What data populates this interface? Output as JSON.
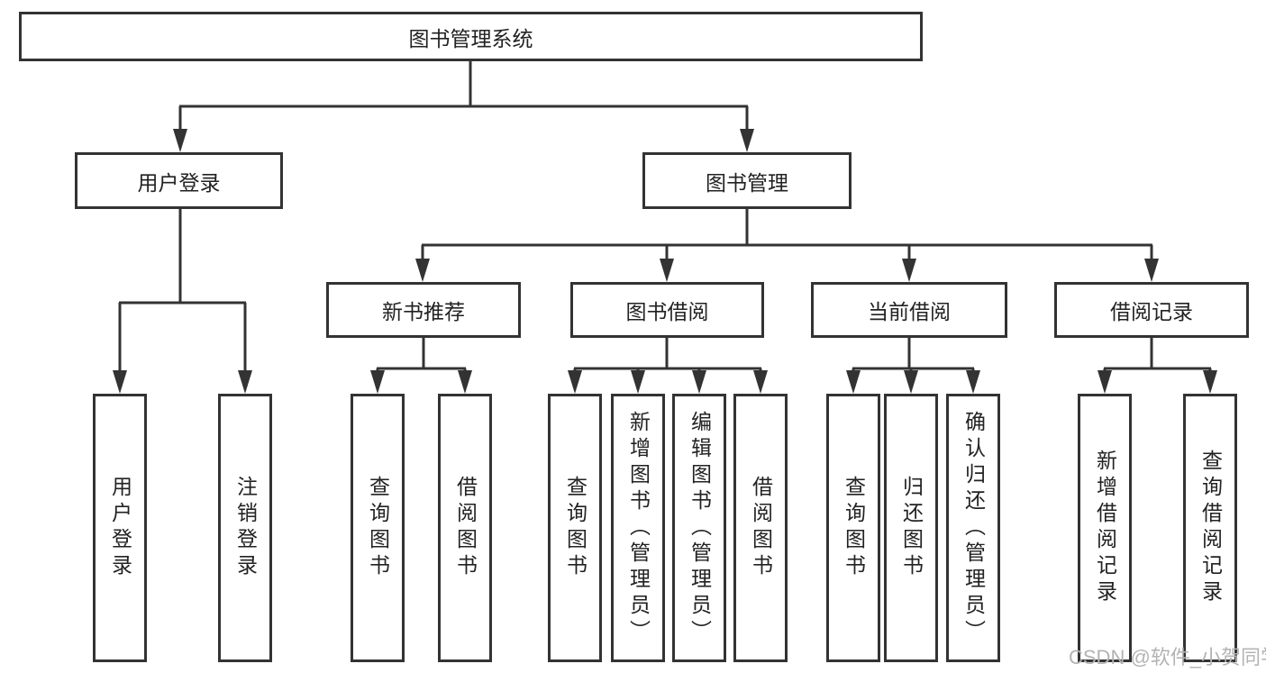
{
  "diagram": {
    "root": {
      "label": "图书管理系统"
    },
    "level2": [
      {
        "label": "用户登录",
        "leaves": [
          {
            "label": "用户登录"
          },
          {
            "label": "注销登录"
          }
        ]
      },
      {
        "label": "图书管理",
        "children": [
          {
            "label": "新书推荐",
            "leaves": [
              {
                "label": "查询图书"
              },
              {
                "label": "借阅图书"
              }
            ]
          },
          {
            "label": "图书借阅",
            "leaves": [
              {
                "label": "查询图书"
              },
              {
                "label": "新增图书（管理员）"
              },
              {
                "label": "编辑图书（管理员）"
              },
              {
                "label": "借阅图书"
              }
            ]
          },
          {
            "label": "当前借阅",
            "leaves": [
              {
                "label": "查询图书"
              },
              {
                "label": "归还图书"
              },
              {
                "label": "确认归还（管理员）"
              }
            ]
          },
          {
            "label": "借阅记录",
            "leaves": [
              {
                "label": "新增借阅记录"
              },
              {
                "label": "查询借阅记录"
              }
            ]
          }
        ]
      }
    ]
  },
  "watermark": {
    "text": "CSDN @软件_小贺同学"
  },
  "colors": {
    "line": "#333333",
    "text": "#222222",
    "background": "#ffffff",
    "watermark": "#b3b3b3"
  }
}
